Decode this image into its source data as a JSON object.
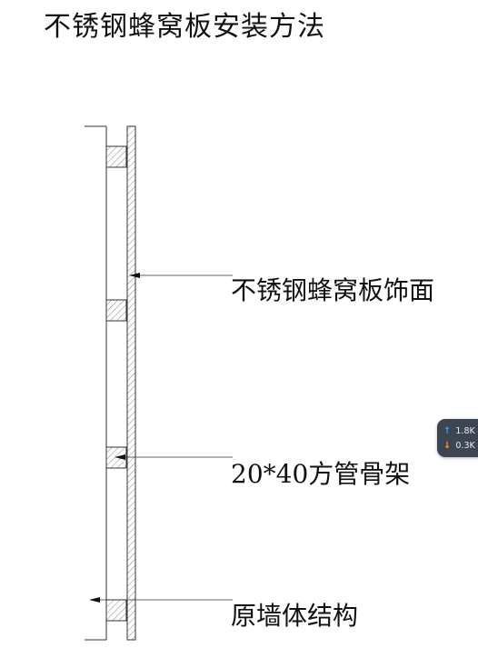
{
  "title": "不锈钢蜂窝板安装方法",
  "labels": {
    "panel": "不锈钢蜂窝板饰面",
    "tube": "20*40方管骨架",
    "wall": "原墙体结构"
  },
  "net_widget": {
    "upload": "1.8K",
    "download": "0.3K",
    "up_color": "#27a7ff",
    "down_color": "#ff9a1f"
  }
}
